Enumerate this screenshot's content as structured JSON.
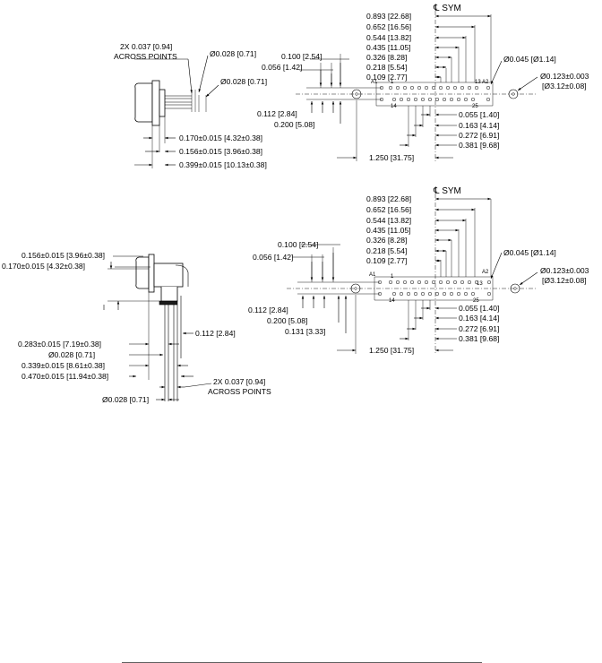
{
  "symbols": {
    "centerline": "℄ SYM"
  },
  "top": {
    "side": {
      "across_points": "2X 0.037 [0.94]",
      "across_points_2": "ACROSS POINTS",
      "pin_dia_1": "Ø0.028 [0.71]",
      "pin_dia_2": "Ø0.028 [0.71]",
      "d1": "0.170±0.015 [4.32±0.38]",
      "d2": "0.156±0.015 [3.96±0.38]",
      "d3": "0.399±0.015 [10.13±0.38]"
    },
    "front": {
      "right": [
        "0.893 [22.68]",
        "0.652 [16.56]",
        "0.544 [13.82]",
        "0.435 [11.05]",
        "0.326 [8.28]",
        "0.218 [5.54]",
        "0.109 [2.77]"
      ],
      "left": [
        "0.100 [2.54]",
        "0.056 [1.42]"
      ],
      "left_bottom": [
        "0.112 [2.84]",
        "0.200 [5.08]"
      ],
      "bottom": [
        "0.055 [1.40]",
        "0.163 [4.14]",
        "0.272 [6.91]",
        "0.381 [9.68]"
      ],
      "width": "1.250 [31.75]",
      "hole_small": "Ø0.045 [Ø1.14]",
      "hole_large": "Ø0.123±0.003",
      "hole_large_mm": "[Ø3.12±0.08]",
      "pin_labels": {
        "a1": "A1",
        "p1": "1",
        "p13": "13",
        "a2": "A2",
        "p14": "14",
        "p25": "25"
      }
    }
  },
  "bottom": {
    "side": {
      "d1": "0.156±0.015 [3.96±0.38]",
      "d2": "0.170±0.015 [4.32±0.38]",
      "d3": "0.112 [2.84]",
      "d4": "0.283±0.015 [7.19±0.38]",
      "d5": "Ø0.028 [0.71]",
      "d6": "0.339±0.015 [8.61±0.38]",
      "d7": "0.470±0.015 [11.94±0.38]",
      "across_points": "2X 0.037 [0.94]",
      "across_points_2": "ACROSS POINTS",
      "pin_dia": "Ø0.028 [0.71]"
    },
    "front": {
      "right": [
        "0.893 [22.68]",
        "0.652 [16.56]",
        "0.544 [13.82]",
        "0.435 [11.05]",
        "0.326 [8.28]",
        "0.218 [5.54]",
        "0.109 [2.77]"
      ],
      "left": [
        "0.100 [2.54]",
        "0.056 [1.42]"
      ],
      "left_bottom": [
        "0.112 [2.84]",
        "0.200 [5.08]",
        "0.131 [3.33]"
      ],
      "bottom": [
        "0.055 [1.40]",
        "0.163 [4.14]",
        "0.272 [6.91]",
        "0.381 [9.68]"
      ],
      "width": "1.250 [31.75]",
      "hole_small": "Ø0.045 [Ø1.14]",
      "hole_large": "Ø0.123±0.003",
      "hole_large_mm": "[Ø3.12±0.08]",
      "pin_labels": {
        "a1": "A1",
        "p1": "1",
        "p13": "13",
        "a2": "A2",
        "p14": "14",
        "p25": "25"
      }
    }
  }
}
